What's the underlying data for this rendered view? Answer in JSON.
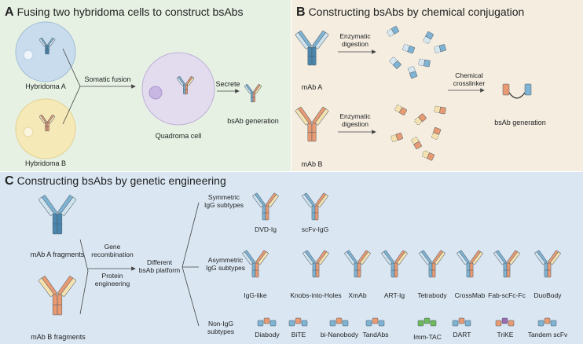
{
  "panelA": {
    "letter": "A",
    "title": "Fusing two hybridoma cells to construct bsAbs",
    "hybridoma_a": "Hybridoma A",
    "hybridoma_b": "Hybridoma B",
    "somatic_fusion": "Somatic fusion",
    "quadroma": "Quadroma cell",
    "secrete": "Secrete",
    "bsab_generation": "bsAb generation"
  },
  "panelB": {
    "letter": "B",
    "title": "Constructing bsAbs by chemical conjugation",
    "enzymatic": "Enzymatic",
    "digestion": "digestion",
    "mab_a": "mAb A",
    "mab_b": "mAb B",
    "chemical": "Chemical",
    "crosslinker": "crosslinker",
    "bsab_generation": "bsAb generation"
  },
  "panelC": {
    "letter": "C",
    "title": "Constructing bsAbs by genetic engineering",
    "mab_a_fragments": "mAb A fragments",
    "mab_b_fragments": "mAb B fragments",
    "gene": "Gene",
    "recombination": "recombination",
    "protein": "Protein",
    "engineering": "engineering",
    "different": "Different",
    "platform": "bsAb platform",
    "sym_1": "Symmetric",
    "sym_2": "IgG subtypes",
    "asym_1": "Asymmetric",
    "asym_2": "IgG subtypes",
    "nonigg_1": "Non-IgG",
    "nonigg_2": "subtypes",
    "symmetric_formats": [
      "DVD-Ig",
      "scFv-IgG"
    ],
    "asymmetric_formats": [
      "IgG-like",
      "Knobs-into-Holes",
      "XmAb",
      "ART-Ig",
      "Tetrabody",
      "CrossMab",
      "Fab-scFc-Fc",
      "DuoBody"
    ],
    "nonigg_formats": [
      "Diabody",
      "BiTE",
      "bi-Nanobody",
      "TandAbs",
      "Imm-TAC",
      "DART",
      "TriKE",
      "Tandem scFv"
    ]
  },
  "colors": {
    "blue": "#7fb3d3",
    "blue_dark": "#4a86ad",
    "orange": "#e89a72",
    "yellow": "#f1d98a",
    "green": "#6dbb5a",
    "purple": "#9b6bb3"
  }
}
